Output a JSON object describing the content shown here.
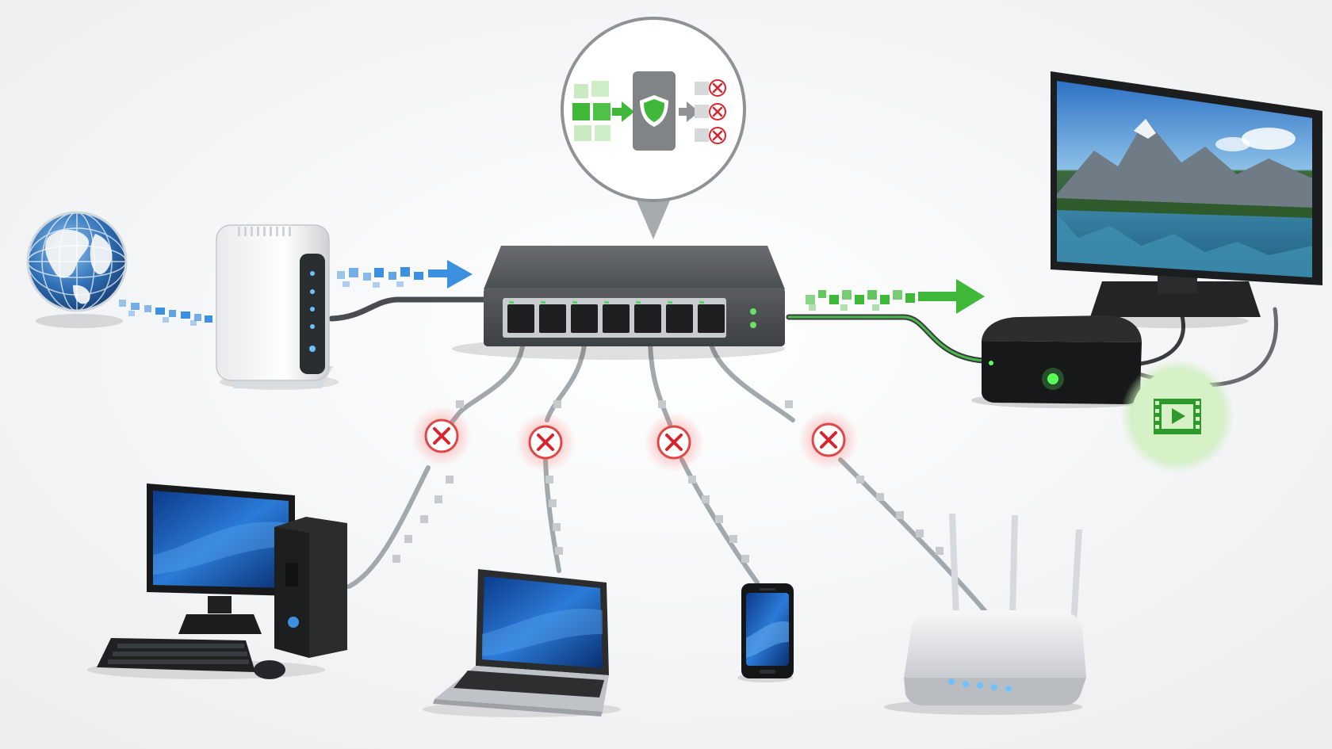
{
  "diagram": {
    "description_visible_text": [],
    "nodes": [
      {
        "id": "internet",
        "icon": "globe-icon"
      },
      {
        "id": "modem",
        "icon": "modem-icon"
      },
      {
        "id": "network-switch",
        "icon": "switch-icon",
        "ports": 7
      },
      {
        "id": "filter-callout",
        "icon": "shield-icon"
      },
      {
        "id": "tv",
        "icon": "monitor-tv-icon"
      },
      {
        "id": "streaming-box",
        "icon": "set-top-box-icon"
      },
      {
        "id": "video-badge",
        "icon": "video-play-icon"
      },
      {
        "id": "desktop-pc",
        "icon": "desktop-computer-icon"
      },
      {
        "id": "laptop",
        "icon": "laptop-icon"
      },
      {
        "id": "smartphone",
        "icon": "smartphone-icon"
      },
      {
        "id": "wifi-router",
        "icon": "wifi-router-icon"
      }
    ],
    "links": [
      {
        "from": "internet",
        "to": "modem",
        "state": "flow"
      },
      {
        "from": "modem",
        "to": "network-switch",
        "state": "flow"
      },
      {
        "from": "network-switch",
        "to": "streaming-box",
        "state": "allowed"
      },
      {
        "from": "streaming-box",
        "to": "tv",
        "state": "connected"
      },
      {
        "from": "network-switch",
        "to": "desktop-pc",
        "state": "blocked"
      },
      {
        "from": "network-switch",
        "to": "laptop",
        "state": "blocked"
      },
      {
        "from": "network-switch",
        "to": "smartphone",
        "state": "blocked"
      },
      {
        "from": "network-switch",
        "to": "wifi-router",
        "state": "blocked"
      }
    ],
    "colors": {
      "background": "#f4f5f6",
      "inbound_flow": "#3d8fe0",
      "allowed_flow": "#3fb83a",
      "blocked": "#d8242e",
      "switch_body": "#55585b",
      "cable": "#9ea3a8"
    }
  }
}
